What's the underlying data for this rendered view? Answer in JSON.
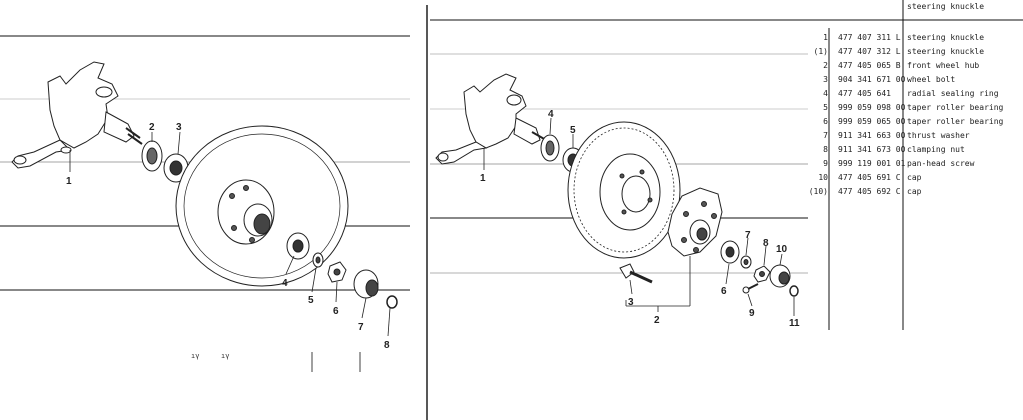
{
  "table_header": "steering knuckle",
  "parts": [
    {
      "idx": "1",
      "pn": "477 407 311 L",
      "desc": "steering knuckle"
    },
    {
      "idx": "(1)",
      "pn": "477 407 312 L",
      "desc": "steering knuckle"
    },
    {
      "idx": "2",
      "pn": "477 405 065 B",
      "desc": "front wheel hub"
    },
    {
      "idx": "3",
      "pn": "904 341 671 00",
      "desc": "wheel bolt"
    },
    {
      "idx": "4",
      "pn": "477 405 641",
      "desc": "radial sealing ring"
    },
    {
      "idx": "5",
      "pn": "999 059 098 00",
      "desc": "taper roller bearing"
    },
    {
      "idx": "6",
      "pn": "999 059 065 00",
      "desc": "taper roller bearing"
    },
    {
      "idx": "7",
      "pn": "911 341 663 00",
      "desc": "thrust washer"
    },
    {
      "idx": "8",
      "pn": "911 341 673 00",
      "desc": "clamping nut"
    },
    {
      "idx": "9",
      "pn": "999 119 001 01",
      "desc": "pan-head screw"
    },
    {
      "idx": "10",
      "pn": "477 405 691 C",
      "desc": "cap"
    },
    {
      "idx": "(10)",
      "pn": "477 405 692 C",
      "desc": "cap"
    }
  ],
  "left_labels": [
    "1",
    "2",
    "3",
    "4",
    "5",
    "6",
    "7",
    "8"
  ],
  "right_labels": [
    "1",
    "2",
    "3",
    "4",
    "5",
    "6",
    "7",
    "8",
    "9",
    "10",
    "11"
  ],
  "margin_marks": [
    "ıγ",
    "ıγ"
  ]
}
